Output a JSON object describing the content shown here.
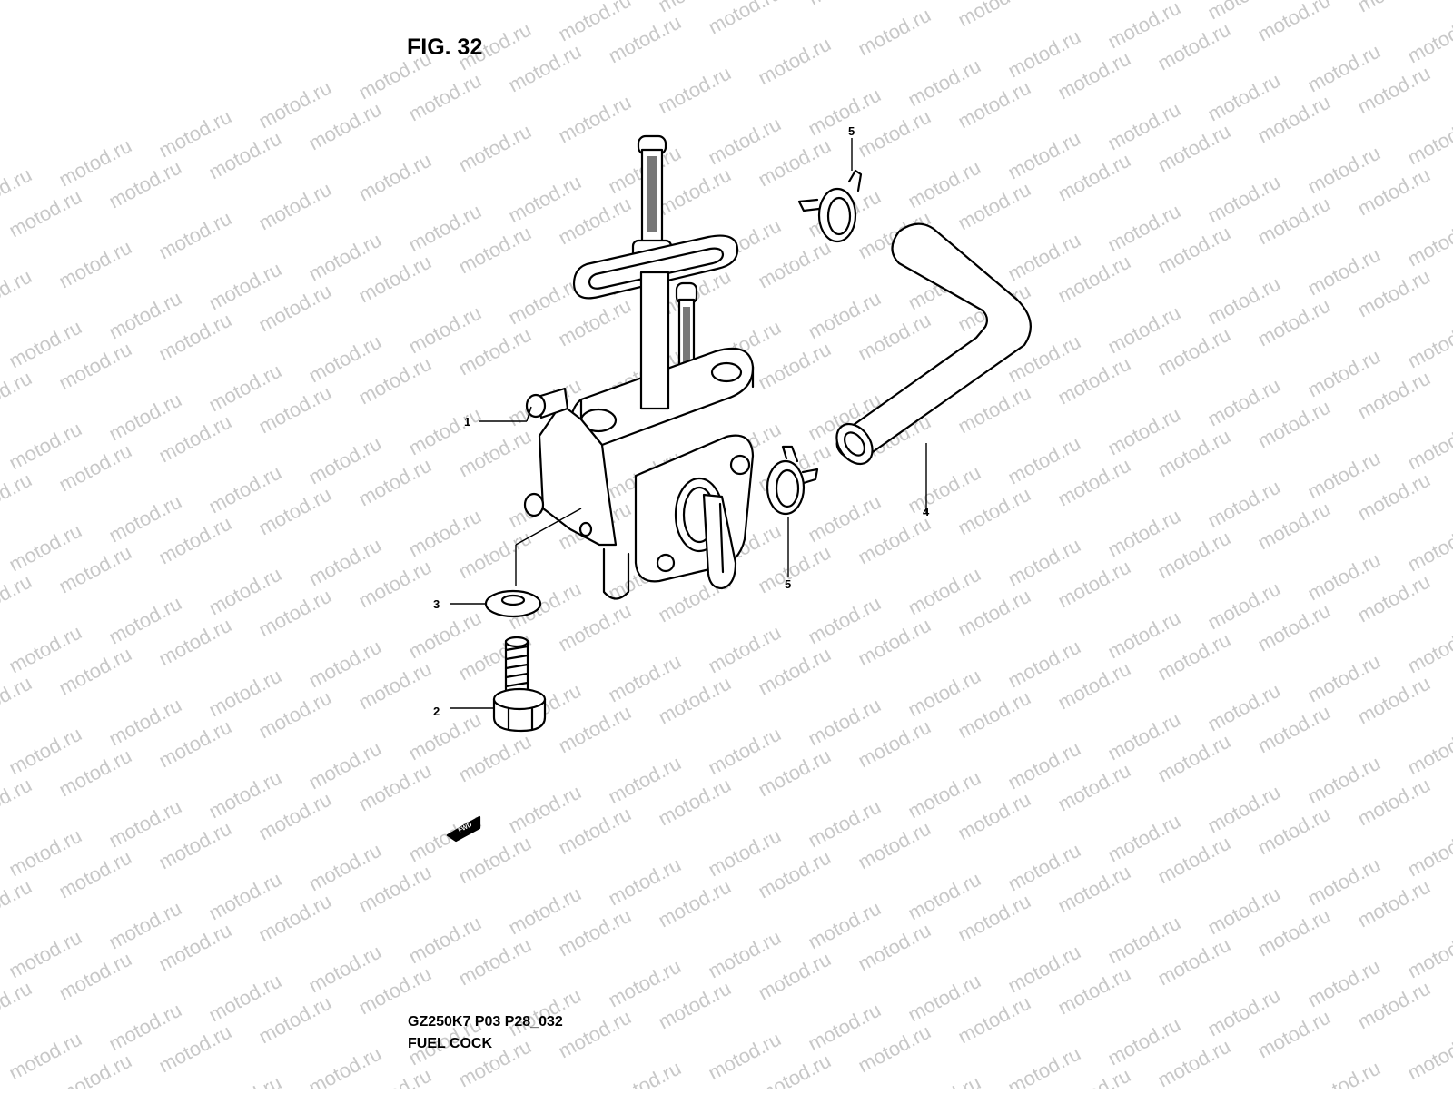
{
  "figure": {
    "title": "FIG. 32",
    "model_code": "GZ250K7 P03 P28_032",
    "assembly_name": "FUEL COCK"
  },
  "watermark": "motod.ru",
  "callouts": [
    {
      "id": "1",
      "label": "1"
    },
    {
      "id": "2",
      "label": "2"
    },
    {
      "id": "3",
      "label": "3"
    },
    {
      "id": "4",
      "label": "4"
    },
    {
      "id": "5a",
      "label": "5"
    },
    {
      "id": "5b",
      "label": "5"
    }
  ],
  "fwd_badge": "FWD"
}
